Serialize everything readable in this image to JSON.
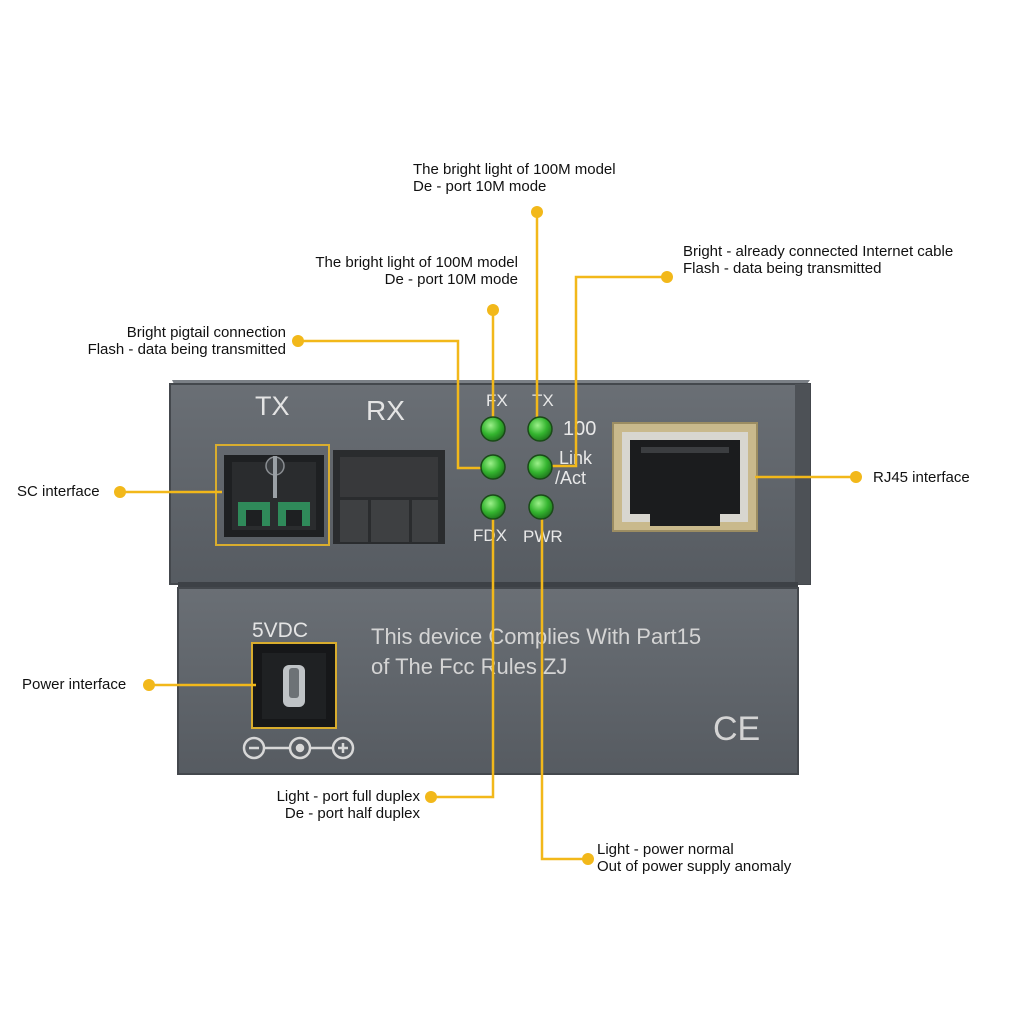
{
  "colors": {
    "callout_line": "#f2b81a",
    "device_body": "#5d6268",
    "led_green": "#3fbf3a",
    "port_highlight": "#d9ad2e"
  },
  "device": {
    "top_unit": {
      "port_labels": {
        "tx": "TX",
        "rx": "RX"
      },
      "led_labels": {
        "fx": "FX",
        "tx": "TX",
        "speed": "100",
        "link_line1": "Link",
        "link_line2": "/Act",
        "fdx": "FDX",
        "pwr": "PWR"
      }
    },
    "bottom_unit": {
      "power_label": "5VDC",
      "compliance_line1": "This device Complies With Part15",
      "compliance_line2": "of The Fcc Rules ZJ",
      "ce_mark": "CE"
    }
  },
  "callouts": {
    "tx_led": {
      "line1": "The bright light of 100M model",
      "line2": "De - port 10M mode"
    },
    "fx_led": {
      "line1": "The bright light of 100M model",
      "line2": "De - port 10M mode"
    },
    "link_led": {
      "line1": "Bright - already connected Internet cable",
      "line2": "Flash - data being transmitted"
    },
    "fiber_link": {
      "line1": "Bright pigtail connection",
      "line2": "Flash - data being transmitted"
    },
    "sc_interface": {
      "line1": "SC interface"
    },
    "rj45_interface": {
      "line1": "RJ45 interface"
    },
    "power_interface": {
      "line1": "Power interface"
    },
    "fdx_led": {
      "line1": "Light - port full duplex",
      "line2": "De - port half duplex"
    },
    "pwr_led": {
      "line1": "Light - power normal",
      "line2": "Out of power supply anomaly"
    }
  }
}
